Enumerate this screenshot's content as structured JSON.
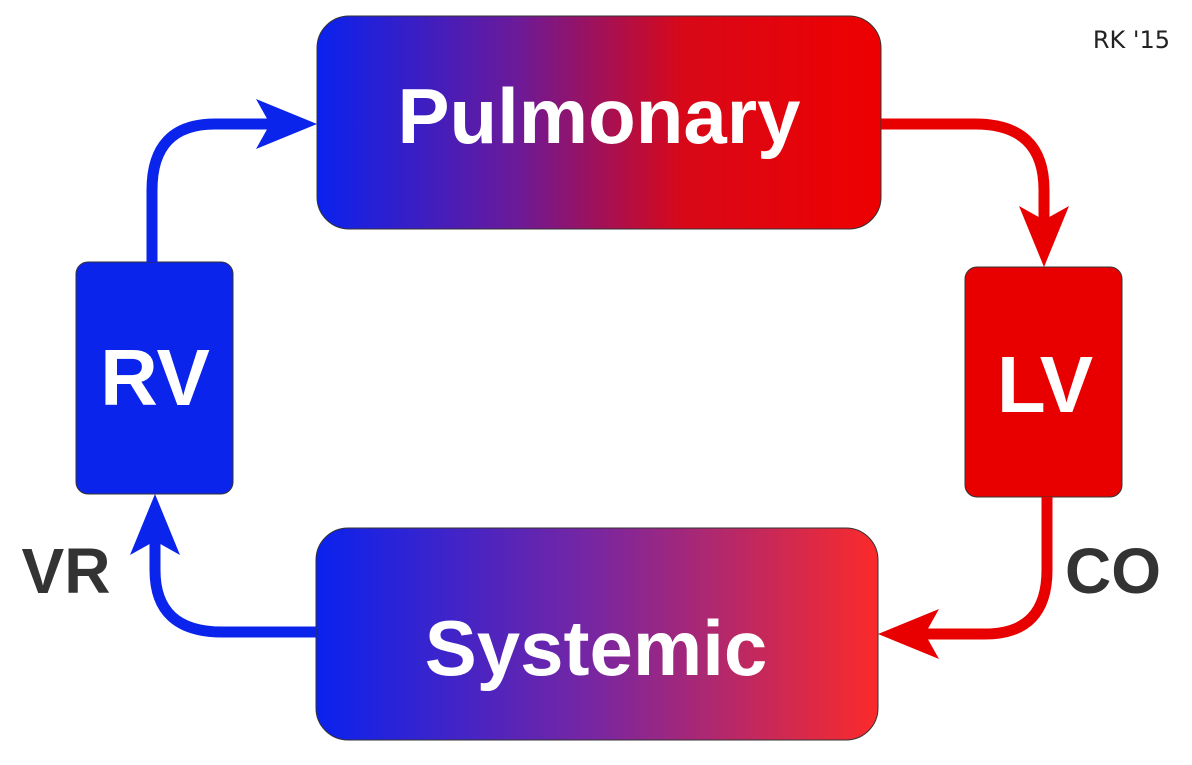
{
  "credit": "RK '15",
  "nodes": {
    "pulmonary": {
      "label": "Pulmonary",
      "gradient": [
        "#1020e6",
        "#e80008"
      ]
    },
    "systemic": {
      "label": "Systemic",
      "gradient": [
        "#0b28ee",
        "#fb2a2a"
      ]
    },
    "rv": {
      "label": "RV",
      "color": "#0a24ec"
    },
    "lv": {
      "label": "LV",
      "color": "#e80000"
    }
  },
  "flows": {
    "venous_return": {
      "label": "VR",
      "color": "#0a24ec"
    },
    "cardiac_output": {
      "label": "CO",
      "color": "#e80000"
    }
  }
}
